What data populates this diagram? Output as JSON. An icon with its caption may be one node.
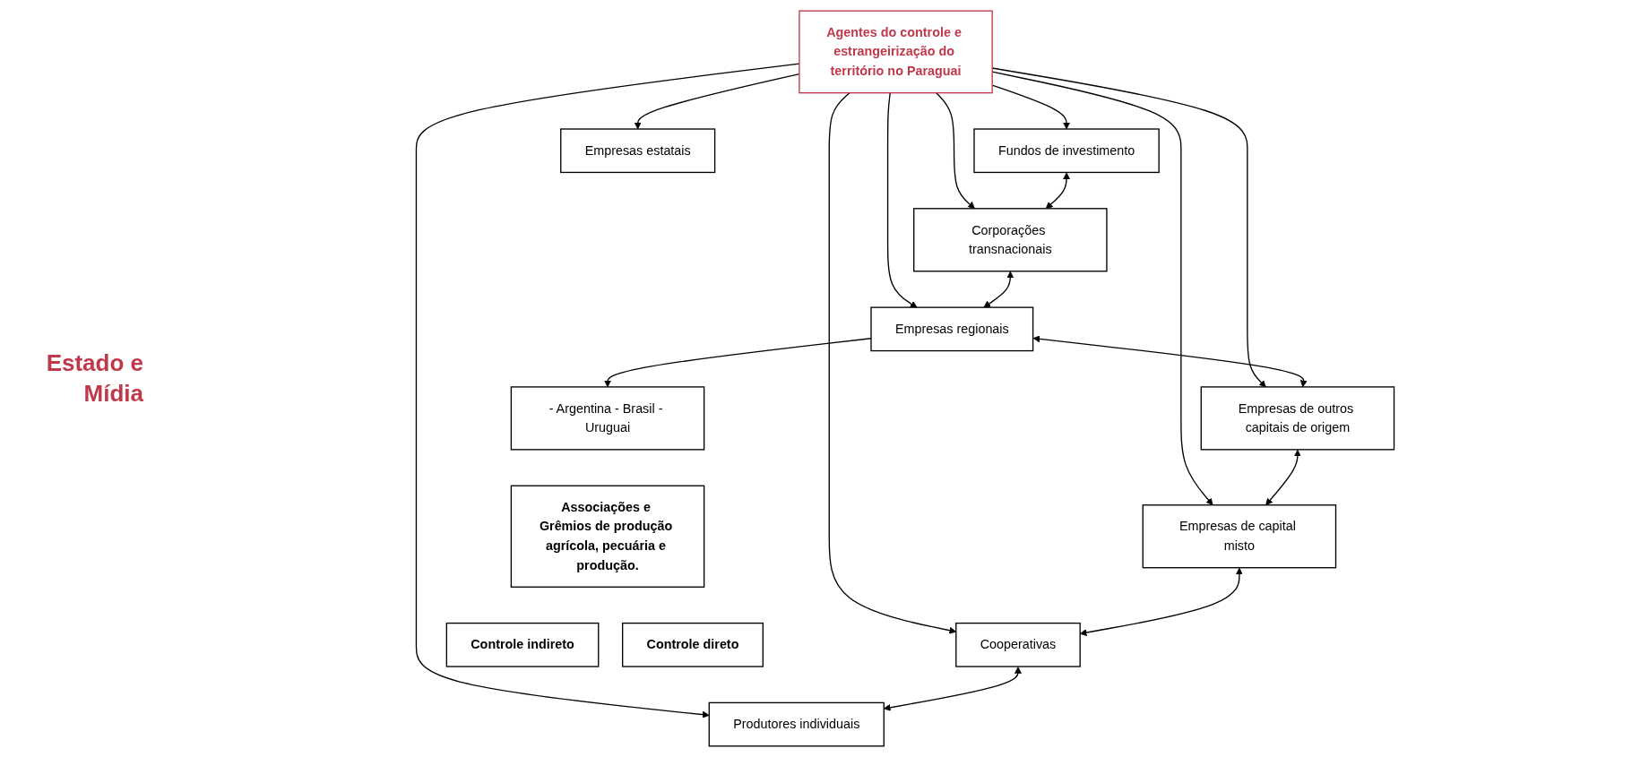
{
  "diagram": {
    "nodes": [
      {
        "text": [
          "Agentes do controle e estrangeirização do território no Paraguai"
        ]
      },
      {
        "text": [
          "Fundos de investimento"
        ]
      },
      {
        "text": [
          "Corporações transnacionais"
        ]
      },
      {
        "text": [
          "Empresas regionais"
        ]
      },
      {
        "text": [
          "Empresas de outros capitais de origem"
        ]
      },
      {
        "text": [
          "Empresas de capital misto"
        ]
      },
      {
        "text": [
          "Cooperativas"
        ]
      },
      {
        "text": [
          "Produtores individuais"
        ]
      },
      {
        "text": [
          "Empresas estatais"
        ]
      },
      {
        "text": [
          "- Argentina - Brasil - Uruguai"
        ]
      },
      {
        "text": [
          "Associações e Grêmios de produção agrícola, pecuária e produção."
        ]
      },
      {
        "text": [
          "Controle indireto"
        ]
      },
      {
        "text": [
          "Controle direto"
        ]
      }
    ],
    "edges": [
      {
        "from": 0,
        "to": 1,
        "arrow": "to"
      },
      {
        "from": 0,
        "to": 2,
        "arrow": "to"
      },
      {
        "from": 0,
        "to": 3,
        "arrow": "to"
      },
      {
        "from": 0,
        "to": 4,
        "arrow": "to"
      },
      {
        "from": 0,
        "to": 5,
        "arrow": "to"
      },
      {
        "from": 0,
        "to": 6,
        "arrow": "to"
      },
      {
        "from": 0,
        "to": 7,
        "arrow": "to"
      },
      {
        "from": 0,
        "to": 8,
        "arrow": "to"
      },
      {
        "from": 1,
        "to": 2,
        "arrow": "both"
      },
      {
        "from": 2,
        "to": 3,
        "arrow": "both"
      },
      {
        "from": 3,
        "to": 4,
        "arrow": "both"
      },
      {
        "from": 4,
        "to": 5,
        "arrow": "both"
      },
      {
        "from": 5,
        "to": 6,
        "arrow": "both"
      },
      {
        "from": 6,
        "to": 7,
        "arrow": "both"
      },
      {
        "from": 3,
        "to": 9,
        "arrow": "to"
      }
    ],
    "labels": [
      "Estado e Mídia"
    ]
  }
}
